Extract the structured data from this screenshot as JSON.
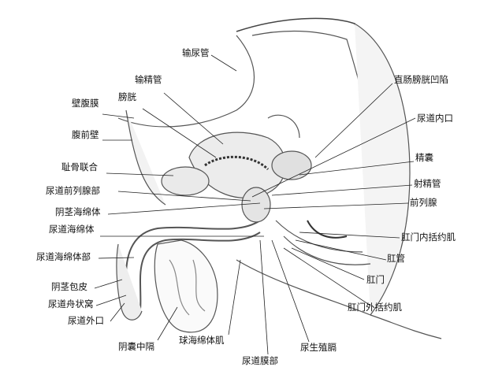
{
  "labels": {
    "ureter": "输尿管",
    "vas_deferens": "输精管",
    "bladder": "膀胱",
    "parietal_peritoneum": "壁腹膜",
    "anterior_abdominal_wall": "腹前壁",
    "pubic_symphysis": "耻骨联合",
    "prostatic_urethra": "尿道前列腺部",
    "corpus_cavernosum": "阴茎海绵体",
    "corpus_spongiosum": "尿道海绵体",
    "spongy_urethra": "尿道海绵体部",
    "prepuce": "阴茎包皮",
    "navicular_fossa": "尿道舟状窝",
    "external_urethral_orifice": "尿道外口",
    "scrotal_septum": "阴囊中隔",
    "bulbospongiosus": "球海绵体肌",
    "membranous_urethra": "尿道膜部",
    "urogenital_diaphragm": "尿生殖膈",
    "external_anal_sphincter": "肛门外括约肌",
    "anus": "肛门",
    "anal_canal": "肛管",
    "internal_anal_sphincter": "肛门内括约肌",
    "prostate": "前列腺",
    "ejaculatory_duct": "射精管",
    "seminal_vesicle": "精囊",
    "internal_urethral_orifice": "尿道内口",
    "rectovesical_pouch": "直肠膀胱凹陷"
  }
}
